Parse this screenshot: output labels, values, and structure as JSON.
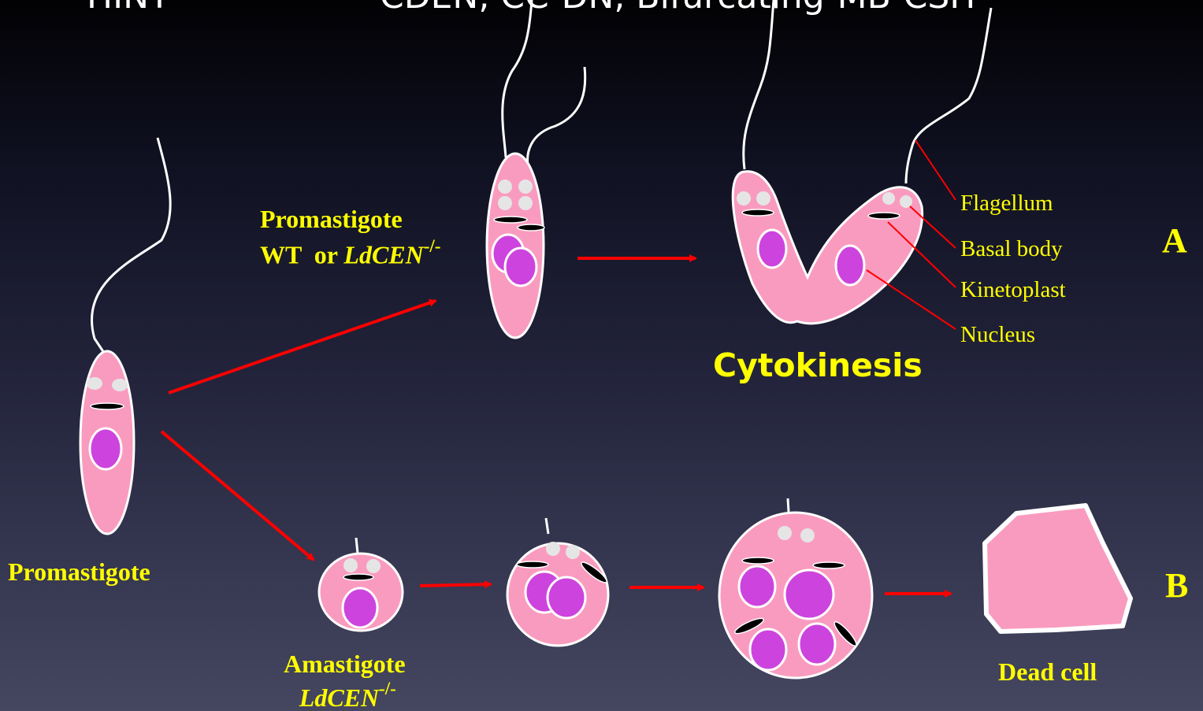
{
  "header_partial": {
    "left": "HINT",
    "right": "CDEN, CC-DN, Bifurcating-MB-CSH"
  },
  "labels": {
    "promastigote": "Promastigote",
    "promastigote_wt": "Promastigote",
    "wt_or": "WT  or ",
    "ldcen": "LdCEN",
    "ldcen_sup": "-/-",
    "amastigote": "Amastigote",
    "amastigote_ldcen": "LdCEN",
    "amastigote_sup": "-/-",
    "cytokinesis": "Cytokinesis",
    "dead_cell": "Dead cell",
    "pathway_a": "A",
    "pathway_b": "B"
  },
  "parts": {
    "flagellum": "Flagellum",
    "basal_body": "Basal body",
    "kinetoplast": "Kinetoplast",
    "nucleus": "Nucleus"
  },
  "colors": {
    "cell_fill": "#f99bbf",
    "nucleus_fill": "#cc44dd",
    "arrow": "#ff0000",
    "label": "#ffff00",
    "outline": "#ffffff"
  }
}
